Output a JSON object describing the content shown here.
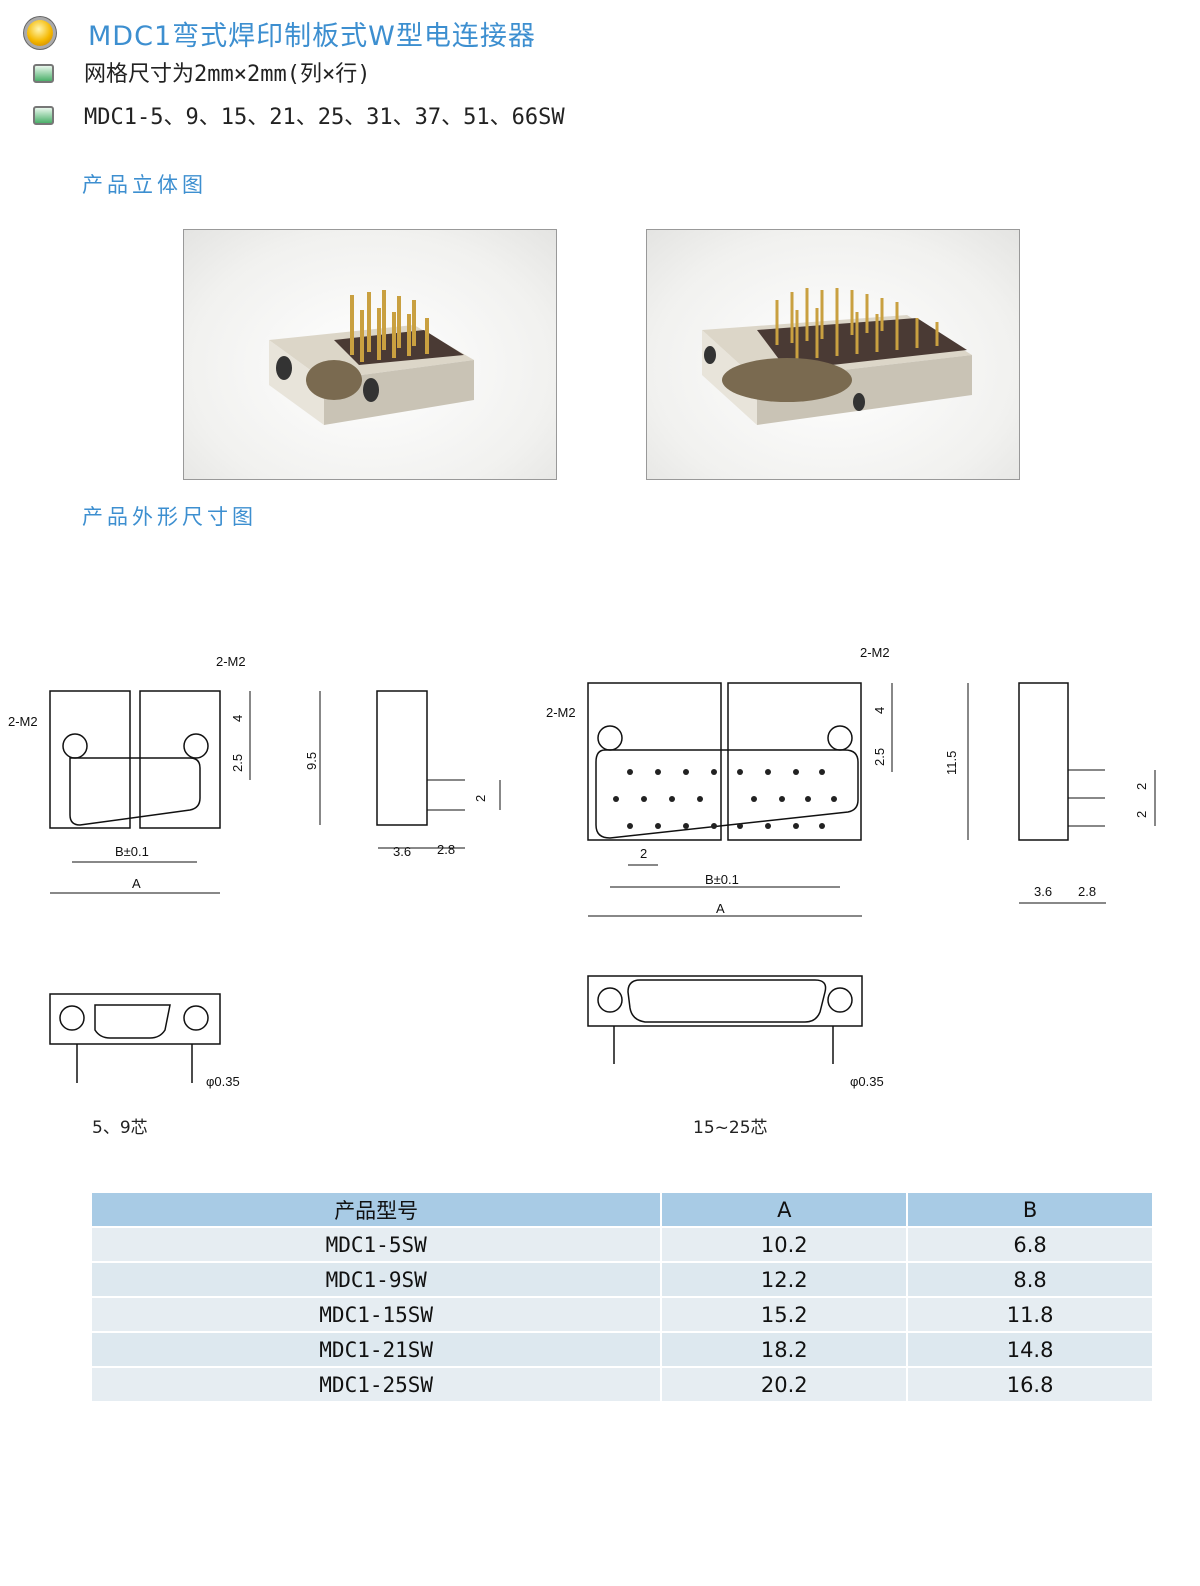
{
  "header": {
    "title": "MDC1弯式焊印制板式W型电连接器",
    "bullets": [
      "网格尺寸为2mm×2mm(列×行)",
      "MDC1-5、9、15、21、25、31、37、51、66SW"
    ]
  },
  "sections": {
    "photos": "产品立体图",
    "dimensions": "产品外形尺寸图"
  },
  "drawings": {
    "small": {
      "m2_top": "2-M2",
      "m2_left": "2-M2",
      "dim_4": "4",
      "dim_25": "2.5",
      "dim_b": "B±0.1",
      "dim_a": "A",
      "dim_95": "9.5",
      "dim_2": "2",
      "dim_36": "3.6",
      "dim_28": "2.8",
      "dim_pin": "φ0.35",
      "caption": "5、9芯"
    },
    "large": {
      "m2_top": "2-M2",
      "m2_left": "2-M2",
      "dim_4": "4",
      "dim_25": "2.5",
      "dim_pitch": "2",
      "dim_b": "B±0.1",
      "dim_a": "A",
      "dim_115": "11.5",
      "dim_2a": "2",
      "dim_2b": "2",
      "dim_36": "3.6",
      "dim_28": "2.8",
      "dim_pin": "φ0.35",
      "caption": "15~25芯"
    }
  },
  "table": {
    "headers": [
      "产品型号",
      "A",
      "B"
    ],
    "rows": [
      [
        "MDC1-5SW",
        "10.2",
        "6.8"
      ],
      [
        "MDC1-9SW",
        "12.2",
        "8.8"
      ],
      [
        "MDC1-15SW",
        "15.2",
        "11.8"
      ],
      [
        "MDC1-21SW",
        "18.2",
        "14.8"
      ],
      [
        "MDC1-25SW",
        "20.2",
        "16.8"
      ]
    ]
  }
}
